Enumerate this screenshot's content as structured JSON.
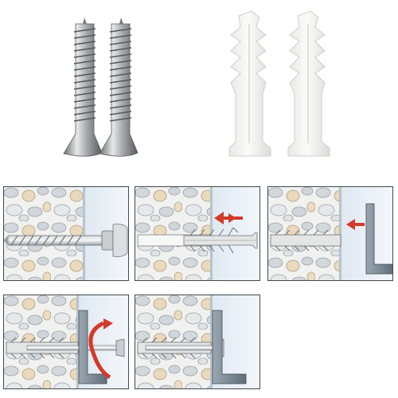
{
  "product": {
    "screws": [
      "screw-1",
      "screw-2"
    ],
    "anchors": [
      "anchor-1",
      "anchor-2"
    ]
  },
  "steps": [
    {
      "id": "drill",
      "arrow": null
    },
    {
      "id": "insert-anchor",
      "arrow": "left"
    },
    {
      "id": "position-bracket",
      "arrow": "left"
    },
    {
      "id": "drive-screw",
      "arrow": "rotate"
    },
    {
      "id": "finished",
      "arrow": null
    }
  ],
  "colors": {
    "wall_fill": "#f1f1ef",
    "stone_gray": "#cdd2d6",
    "stone_tan": "#e9dcc2",
    "cavity": "#ecf2f8",
    "bracket": "#7c8b97",
    "arrow_red": "#d23a2a",
    "frame": "#404a50"
  }
}
